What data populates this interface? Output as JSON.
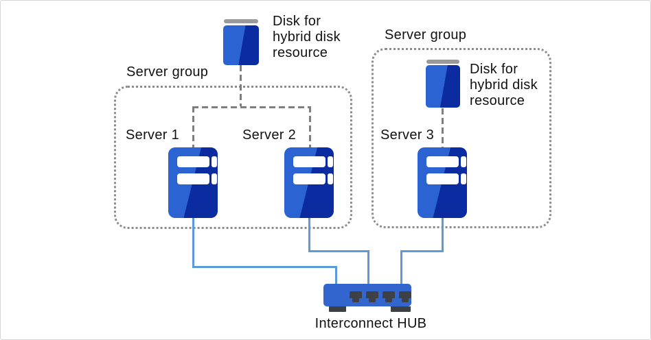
{
  "colors": {
    "icon_light_blue": "#2b63d3",
    "icon_dark_blue": "#0b2ba1",
    "hub_blue": "#3266ce",
    "port_dark": "#3d4045",
    "cable_blue": "#5b9bd5",
    "dash_gray": "#7f7f7f",
    "dot_border_gray": "#8c8c8c",
    "disk_cap_gray": "#9a9a9a"
  },
  "shared_disk": {
    "label": [
      "Disk for",
      "hybrid disk",
      "resource"
    ]
  },
  "left_group": {
    "label": "Server group",
    "server1": "Server 1",
    "server2": "Server 2"
  },
  "right_group": {
    "label": "Server group",
    "disk_label": [
      "Disk for",
      "hybrid disk",
      "resource"
    ],
    "server3": "Server 3"
  },
  "hub": {
    "label": "Interconnect HUB"
  }
}
